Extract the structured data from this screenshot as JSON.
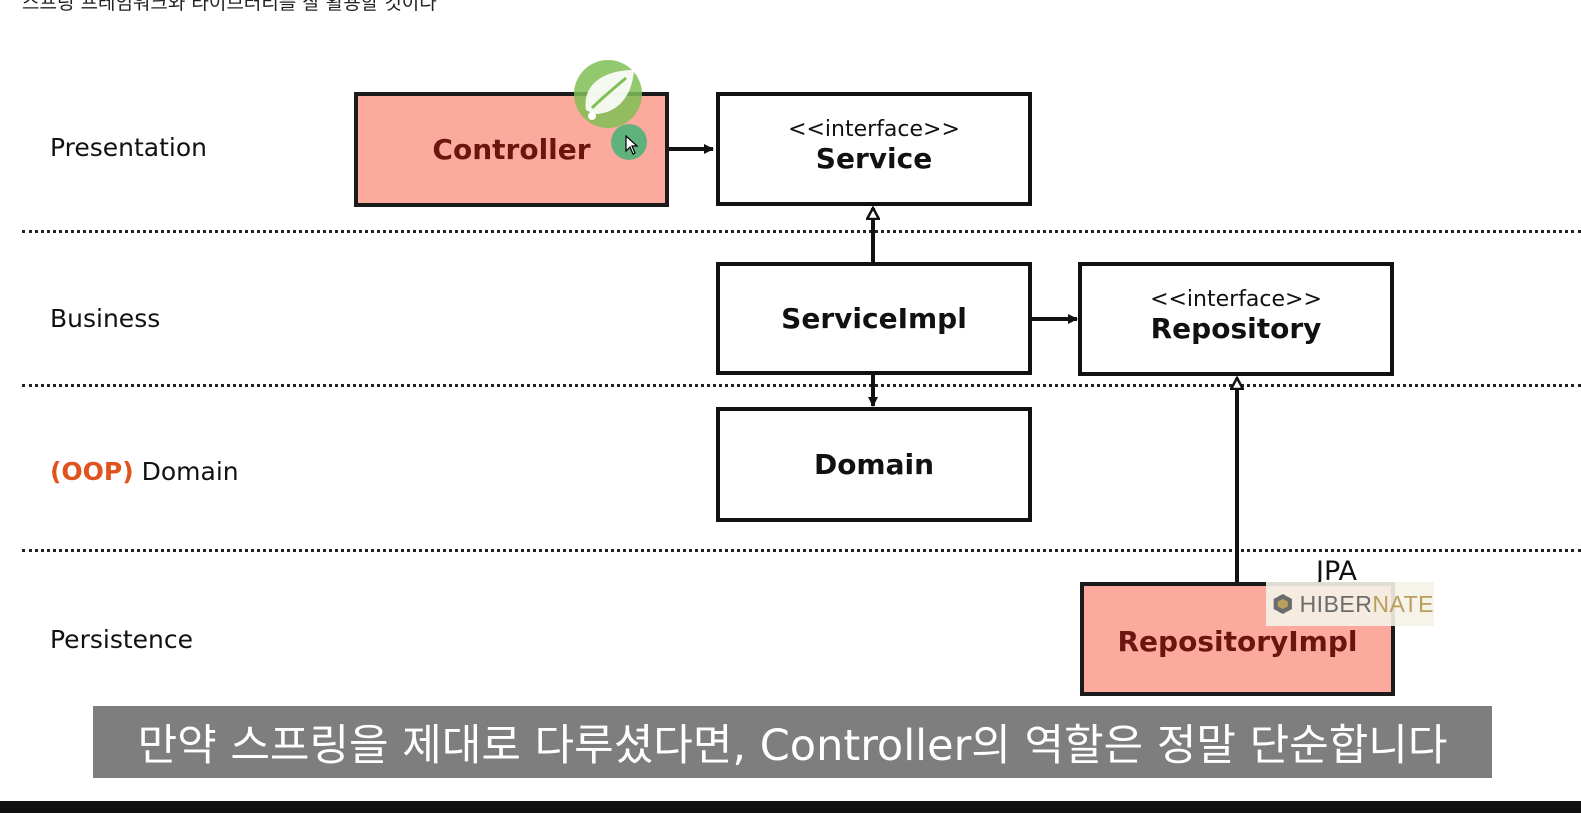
{
  "header_fragment": "스프링 프레임워크와 라이브러리를 잘 활용할 것이다",
  "layers": {
    "presentation": "Presentation",
    "business": "Business",
    "domain_prefix": "(OOP)",
    "domain": "Domain",
    "persistence": "Persistence"
  },
  "boxes": {
    "controller": {
      "title": "Controller",
      "highlighted": true
    },
    "service": {
      "stereotype": "<<interface>>",
      "title": "Service"
    },
    "service_impl": {
      "title": "ServiceImpl"
    },
    "repository": {
      "stereotype": "<<interface>>",
      "title": "Repository"
    },
    "domain": {
      "title": "Domain"
    },
    "repository_impl": {
      "title": "RepositoryImpl",
      "highlighted": true
    }
  },
  "logos": {
    "jpa": "JPA",
    "hibernate_prefix": "HIBER",
    "hibernate_suffix": "NATE",
    "spring": "spring-leaf-icon"
  },
  "subtitle": "만약 스프링을 제대로 다루셨다면, Controller의 역할은 정말 단순합니다",
  "colors": {
    "highlight_box": "#fbaa9d",
    "highlight_text": "#6a1510",
    "accent_oop": "#e0531f",
    "subtitle_bg": "#7e7e7e",
    "spring_green": "#6db33f"
  }
}
